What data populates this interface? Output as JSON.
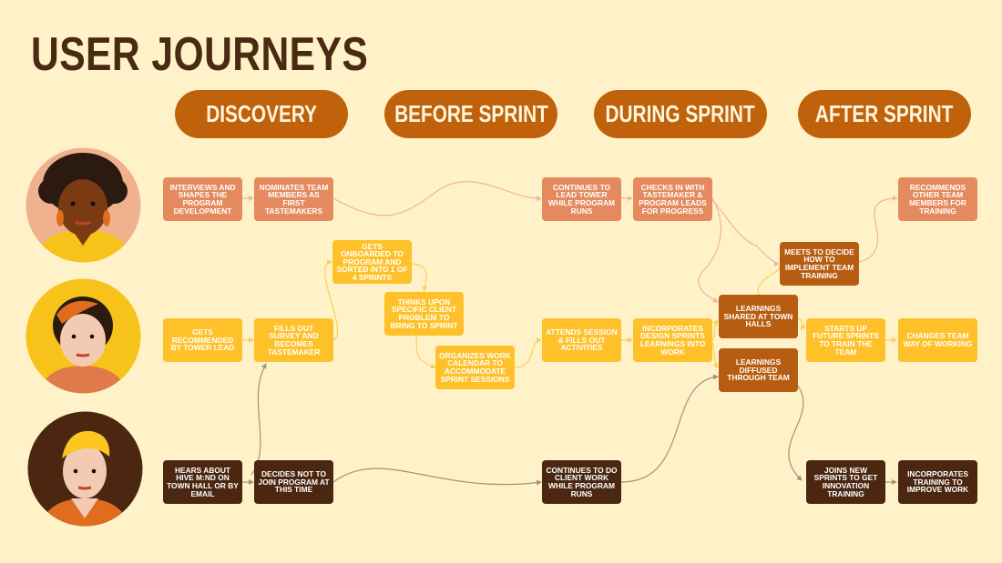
{
  "title": "USER JOURNEYS",
  "phases": [
    "DISCOVERY",
    "BEFORE SPRINT",
    "DURING SPRINT",
    "AFTER SPRINT"
  ],
  "colors": {
    "background": "#fff2c9",
    "phase_pill": "#c0620c",
    "title_text": "#4a2a12",
    "node_salmon": "#e48a5e",
    "node_yellow": "#fec12a",
    "node_rust": "#b75d11",
    "node_dark": "#4b2711"
  },
  "nodes": {
    "interviews": "INTERVIEWS AND SHAPES THE PROGRAM DEVELOPMENT",
    "nominates": "NOMINATES TEAM MEMBERS AS FIRST TASTEMAKERS",
    "continues_lead": "CONTINUES TO LEAD TOWER WHILE PROGRAM RUNS",
    "checks_in": "CHECKS IN WITH TASTEMAKER & PROGRAM LEADS FOR PROGRESS",
    "recommends": "RECOMMENDS OTHER TEAM MEMBERS FOR TRAINING",
    "meets": "MEETS TO DECIDE HOW TO IMPLEMENT TEAM TRAINING",
    "onboarded": "GETS ONBOARDED TO PROGRAM AND SORTED INTO 1 OF 4 SPRINTS",
    "thinks": "THINKS UPON SPECIFIC CLIENT PROBLEM TO BRING TO SPRINT",
    "organizes": "ORGANIZES WORK CALENDAR TO ACCOMMODATE SPRINT SESSIONS",
    "recommended": "GETS RECOMMENDED BY TOWER LEAD",
    "fills_survey": "FILLS OUT SURVEY AND BECOMES TASTEMAKER",
    "attends": "ATTENDS SESSION & FILLS OUT ACTIVITIES",
    "incorporates_design": "INCORPORATES DESIGN SPRINTS LEARNINGS INTO WORK",
    "learnings_shared": "LEARNINGS SHARED AT TOWN HALLS",
    "learnings_diffused": "LEARNINGS DIFFUSED THROUGH TEAM",
    "starts_up": "STARTS UP FUTURE SPRINTS TO TRAIN THE TEAM",
    "changes": "CHANGES TEAM WAY OF WORKING",
    "hears": "HEARS ABOUT HIVE M:ND ON TOWN HALL OR BY EMAIL",
    "decides_not": "DECIDES NOT TO JOIN PROGRAM AT THIS TIME",
    "continues_client": "CONTINUES TO DO CLIENT WORK WHILE PROGRAM RUNS",
    "joins": "JOINS NEW SPRINTS TO GET INNOVATION TRAINING",
    "incorporates_training": "INCORPORATES TRAINING TO IMPROVE WORK"
  },
  "avatars": [
    "persona-1-avatar",
    "persona-2-avatar",
    "persona-3-avatar"
  ]
}
